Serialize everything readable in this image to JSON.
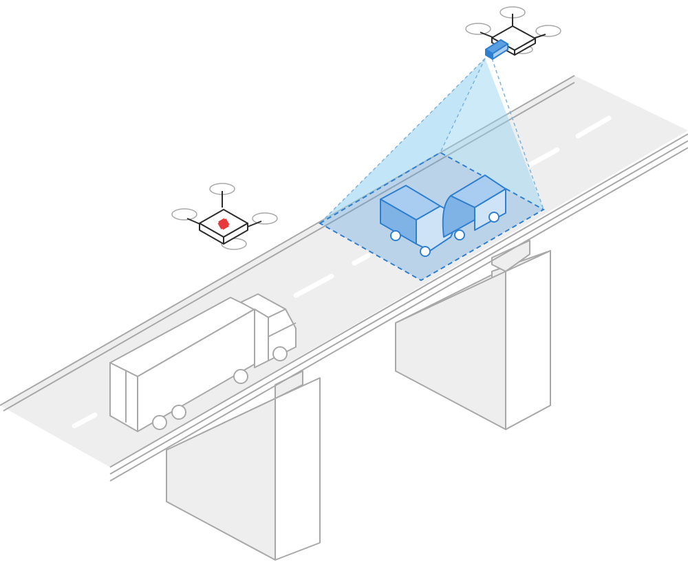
{
  "scene": {
    "type": "isometric-illustration",
    "elements": [
      "bridge-highway",
      "delivery-drone",
      "surveillance-drone",
      "truck",
      "detected-cars"
    ]
  },
  "colors": {
    "road": "#eeeeee",
    "outline": "#a8a8a8",
    "drone_outline": "#2b2b2b",
    "camera_beam": "#8fd0f0",
    "detection_zone": "#2f7fd0",
    "medical_cross": "#e8393c"
  },
  "icons": {
    "delivery_drone_badge": "medical-cross-icon",
    "surveillance_drone_sensor": "camera-icon"
  }
}
